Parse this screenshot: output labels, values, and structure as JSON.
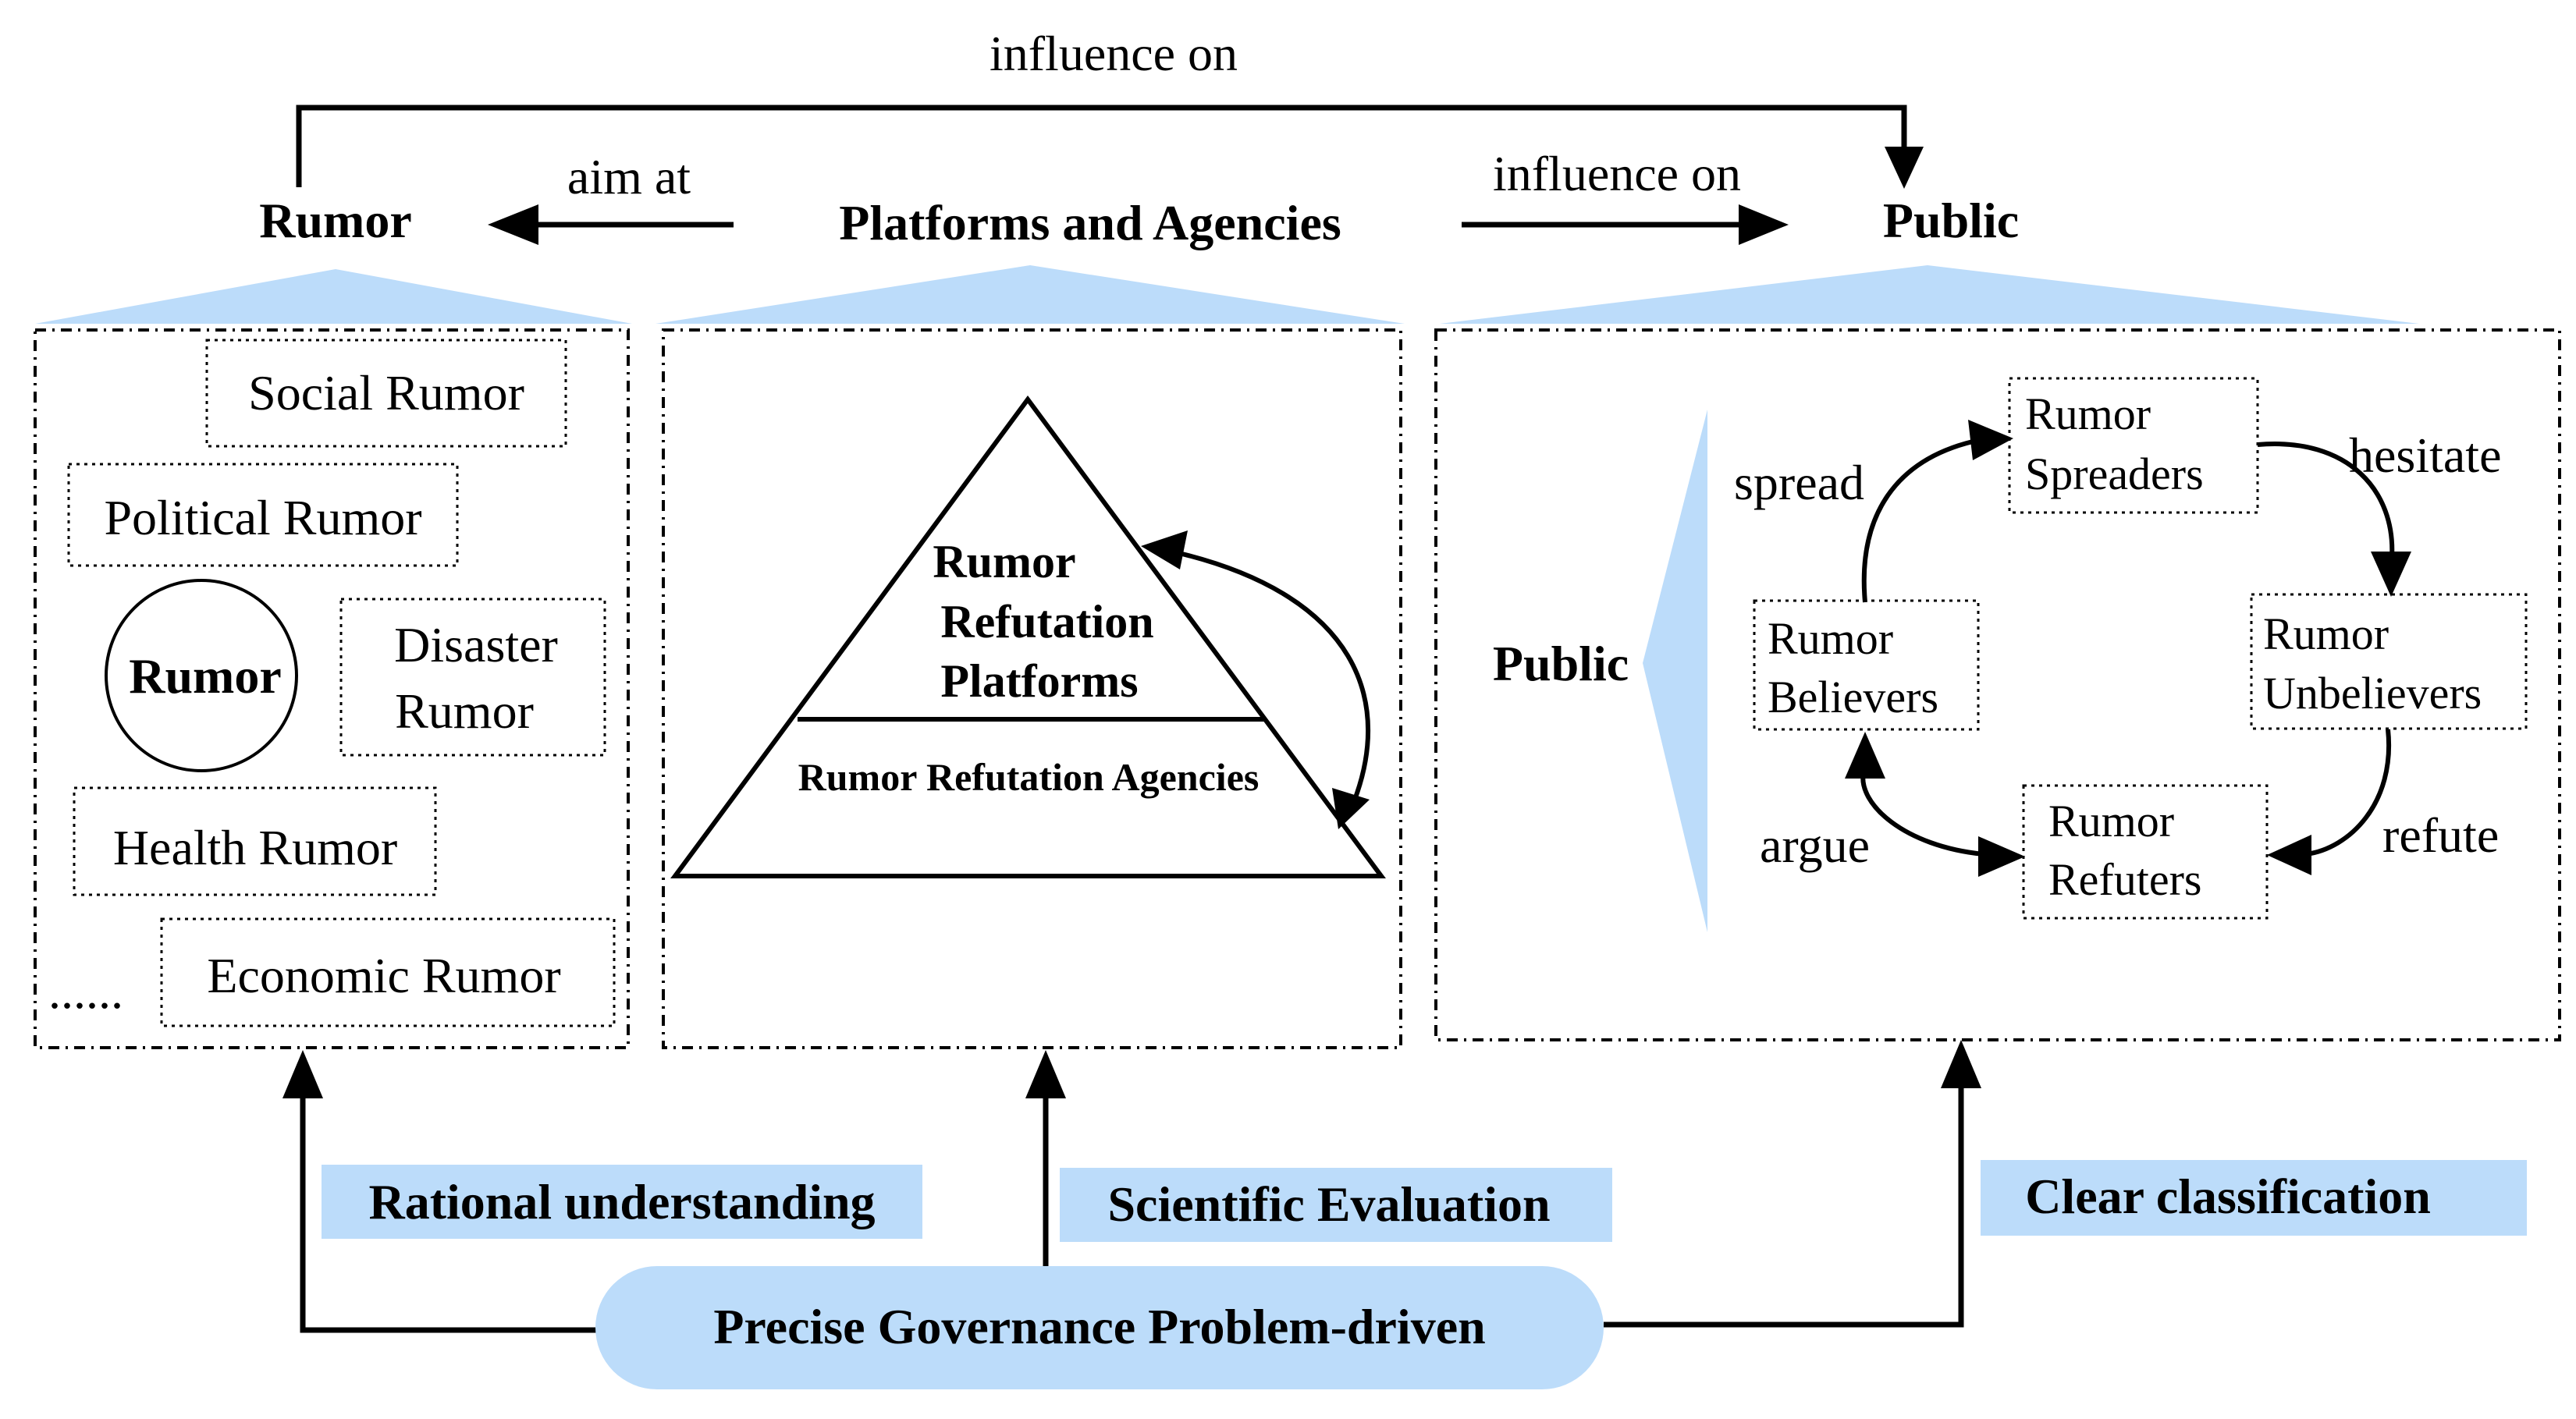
{
  "top": {
    "influence_top": "influence on",
    "aim_at": "aim at",
    "influence_right": "influence on"
  },
  "headers": {
    "rumor": "Rumor",
    "platforms": "Platforms and Agencies",
    "public": "Public"
  },
  "rumor_panel": {
    "circle_label": "Rumor",
    "social": "Social Rumor",
    "political": "Political Rumor",
    "disaster_line1": "Disaster",
    "disaster_line2": "Rumor",
    "health": "Health Rumor",
    "economic": "Economic Rumor",
    "ellipsis": "......"
  },
  "platform_panel": {
    "top_line1": "Rumor",
    "top_line2": "Refutation",
    "top_line3": "Platforms",
    "bottom": "Rumor Refutation Agencies"
  },
  "public_panel": {
    "label": "Public",
    "spreaders_line1": "Rumor",
    "spreaders_line2": "Spreaders",
    "unbelievers_line1": "Rumor",
    "unbelievers_line2": "Unbelievers",
    "believers_line1": "Rumor",
    "believers_line2": "Believers",
    "refuters_line1": "Rumor",
    "refuters_line2": "Refuters",
    "spread": "spread",
    "hesitate": "hesitate",
    "refute": "refute",
    "argue": "argue"
  },
  "bottom": {
    "rational": "Rational understanding",
    "scientific": "Scientific Evaluation",
    "clear": "Clear classification",
    "governance": "Precise Governance Problem-driven"
  },
  "colors": {
    "highlight": "#bcdcfa",
    "ink": "#000000"
  }
}
